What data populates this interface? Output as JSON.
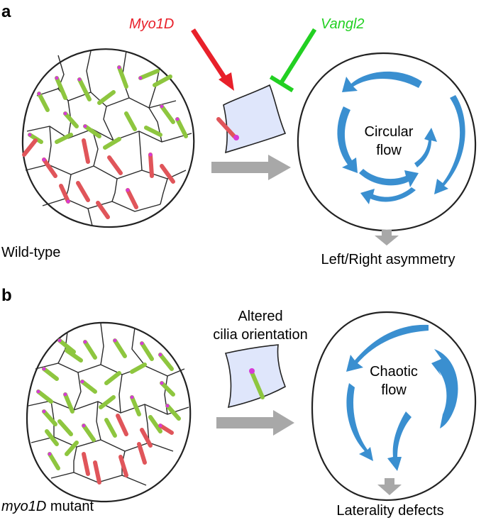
{
  "panel_a": {
    "letter": "a",
    "regulator_myo1d": "Myo1D",
    "regulator_vangl2": "Vangl2",
    "flow_line1": "Circular",
    "flow_line2": "flow",
    "genotype": "Wild-type",
    "outcome": "Left/Right asymmetry"
  },
  "panel_b": {
    "letter": "b",
    "note_line1": "Altered",
    "note_line2": "cilia orientation",
    "flow_line1": "Chaotic",
    "flow_line2": "flow",
    "genotype_italic": "myo1D",
    "genotype_rest": " mutant",
    "outcome": "Laterality defects"
  },
  "colors": {
    "myo1d": "#e8202a",
    "vangl2": "#22d022",
    "cilia_green": "#8ec63f",
    "cilia_red": "#e0555a",
    "flow_arrow": "#3a8fd0",
    "cell_fill": "#dfe6fb",
    "basal_body": "#d63ad6",
    "process_arrow": "#a8a8a8"
  }
}
